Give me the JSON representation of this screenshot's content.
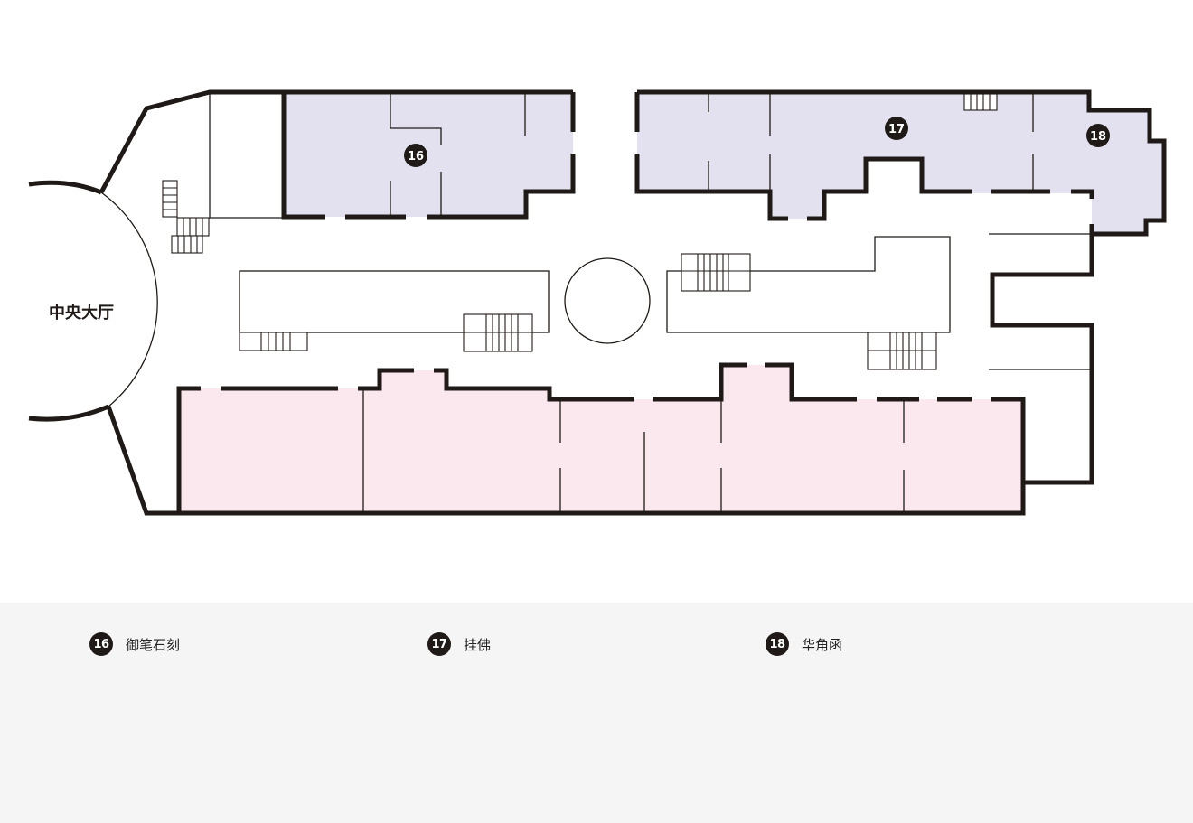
{
  "colors": {
    "wall": "#1f1a17",
    "zone_upper": "#e3e1f0",
    "zone_lower": "#fbe8ef",
    "legend_bg": "#f5f5f5",
    "marker": "#1f1a17"
  },
  "map": {
    "hall_label": "中央大厅",
    "markers": [
      {
        "id": "16",
        "icon": "number-badge"
      },
      {
        "id": "17",
        "icon": "number-badge"
      },
      {
        "id": "18",
        "icon": "number-badge"
      }
    ]
  },
  "legend": {
    "items": [
      {
        "number": "16",
        "label": "御笔石刻"
      },
      {
        "number": "17",
        "label": "挂佛"
      },
      {
        "number": "18",
        "label": "华角函"
      }
    ]
  }
}
